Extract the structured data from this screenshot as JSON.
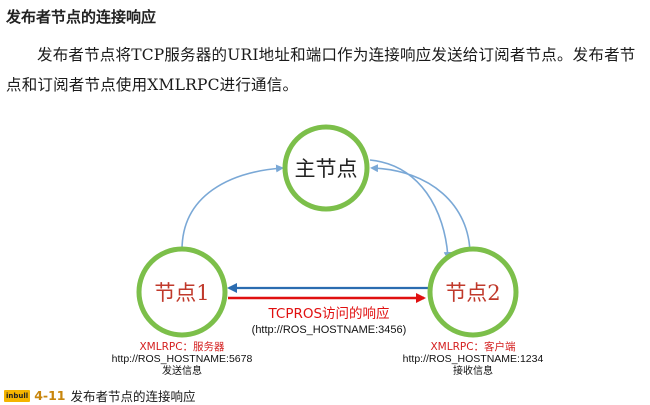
{
  "section_title": "发布者节点的连接响应",
  "paragraph": "发布者节点将TCP服务器的URI地址和端口作为连接响应发送给订阅者节点。发布者节点和订阅者节点使用XMLRPC进行通信。",
  "diagram": {
    "master_label": "主节点",
    "node1_label": "节点1",
    "node2_label": "节点2",
    "tcpros_label": "TCPROS访问的响应",
    "tcpros_uri": "(http://ROS_HOSTNAME:3456)",
    "node1_role": "XMLRPC：服务器",
    "node1_uri": "http://ROS_HOSTNAME:5678",
    "node1_action": "发送信息",
    "node2_role": "XMLRPC：客户端",
    "node2_uri": "http://ROS_HOSTNAME:1234",
    "node2_action": "接收信息",
    "colors": {
      "node_fill": "#ffffff",
      "node_border": "#7cbf4a",
      "node_text": "#c0392b",
      "master_text": "#222222",
      "arc_arrow": "#7aa8d6",
      "blue_arrow": "#2b6cb0",
      "red_arrow": "#e01010",
      "role_text": "#d42020"
    }
  },
  "caption": {
    "logo": "inbull",
    "number": "4-11",
    "text": "发布者节点的连接响应"
  }
}
